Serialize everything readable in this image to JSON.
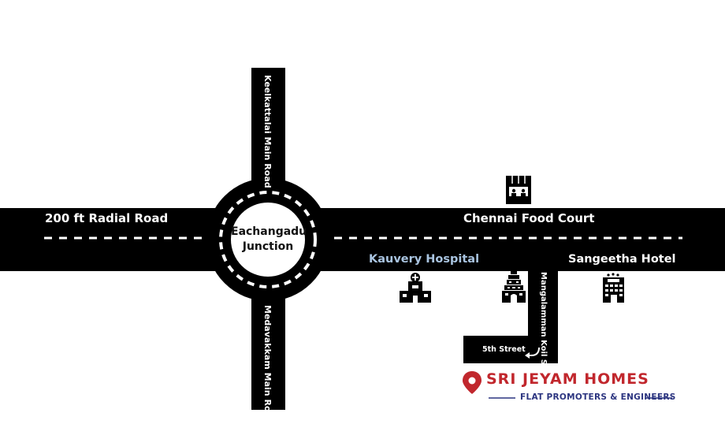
{
  "map": {
    "roads": {
      "radial_road": "200 ft Radial Road",
      "keelkattalai_road": "Keelkattalai Main Road",
      "medavakkam_road": "Medavakkam Main Road",
      "mangalamman_st": "Mangalamman Koil St",
      "fifth_street": "5th Street"
    },
    "junction": "Eachangadu Junction",
    "landmarks": {
      "food_court": "Chennai Food Court",
      "hospital": "Kauvery Hospital",
      "hotel": "Sangeetha Hotel"
    },
    "icons": [
      "shop-icon",
      "hospital-icon",
      "temple-icon",
      "hotel-icon",
      "location-pin-icon",
      "turn-arrow-icon"
    ],
    "colors": {
      "road": "#000000",
      "hospital_label": "#a9c4e0",
      "brand_red": "#c1272d",
      "brand_blue": "#2c3580"
    }
  },
  "brand": {
    "name": "SRI JEYAM HOMES",
    "tagline": "FLAT PROMOTERS & ENGINEERS"
  }
}
